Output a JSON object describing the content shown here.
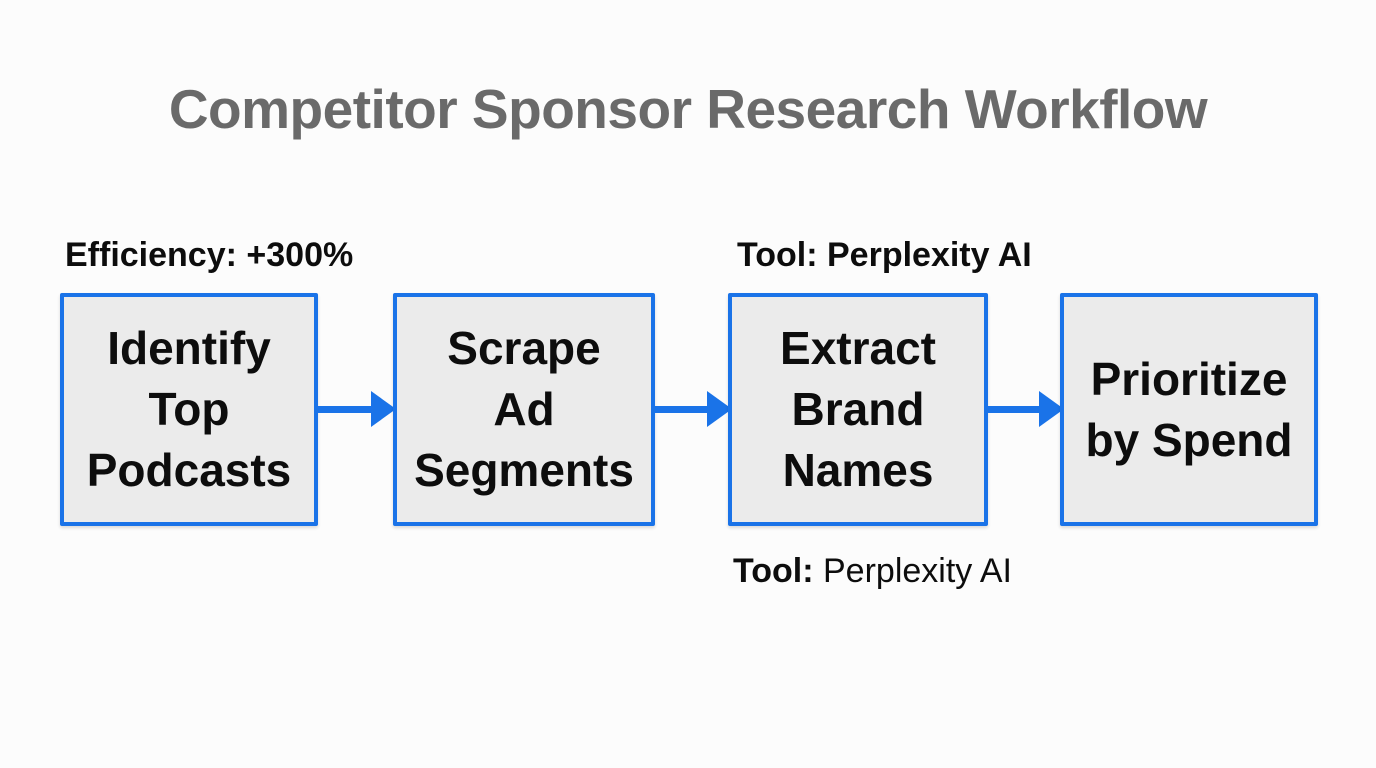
{
  "title": "Competitor Sponsor Research Workflow",
  "colors": {
    "accent_blue": "#1a73e8",
    "box_fill": "#ebebeb",
    "title_gray": "#6a6a6a",
    "text_black": "#0d0d0d",
    "background": "#fcfcfc"
  },
  "annotations": {
    "efficiency": "Efficiency: +300%",
    "tool_top": "Tool: Perplexity AI",
    "tool_bottom_label": "Tool:",
    "tool_bottom_value": " Perplexity AI"
  },
  "flow": {
    "steps": [
      {
        "label": "Identify Top Podcasts",
        "lines": [
          "Identify",
          "Top",
          "Podcasts"
        ]
      },
      {
        "label": "Scrape Ad Segments",
        "lines": [
          "Scrape",
          "Ad",
          "Segments"
        ]
      },
      {
        "label": "Extract Brand Names",
        "lines": [
          "Extract",
          "Brand",
          "Names"
        ]
      },
      {
        "label": "Prioritize by Spend",
        "lines": [
          "Prioritize",
          "by Spend"
        ]
      }
    ],
    "connections": [
      {
        "from": 0,
        "to": 1
      },
      {
        "from": 1,
        "to": 2
      },
      {
        "from": 2,
        "to": 3
      }
    ]
  }
}
